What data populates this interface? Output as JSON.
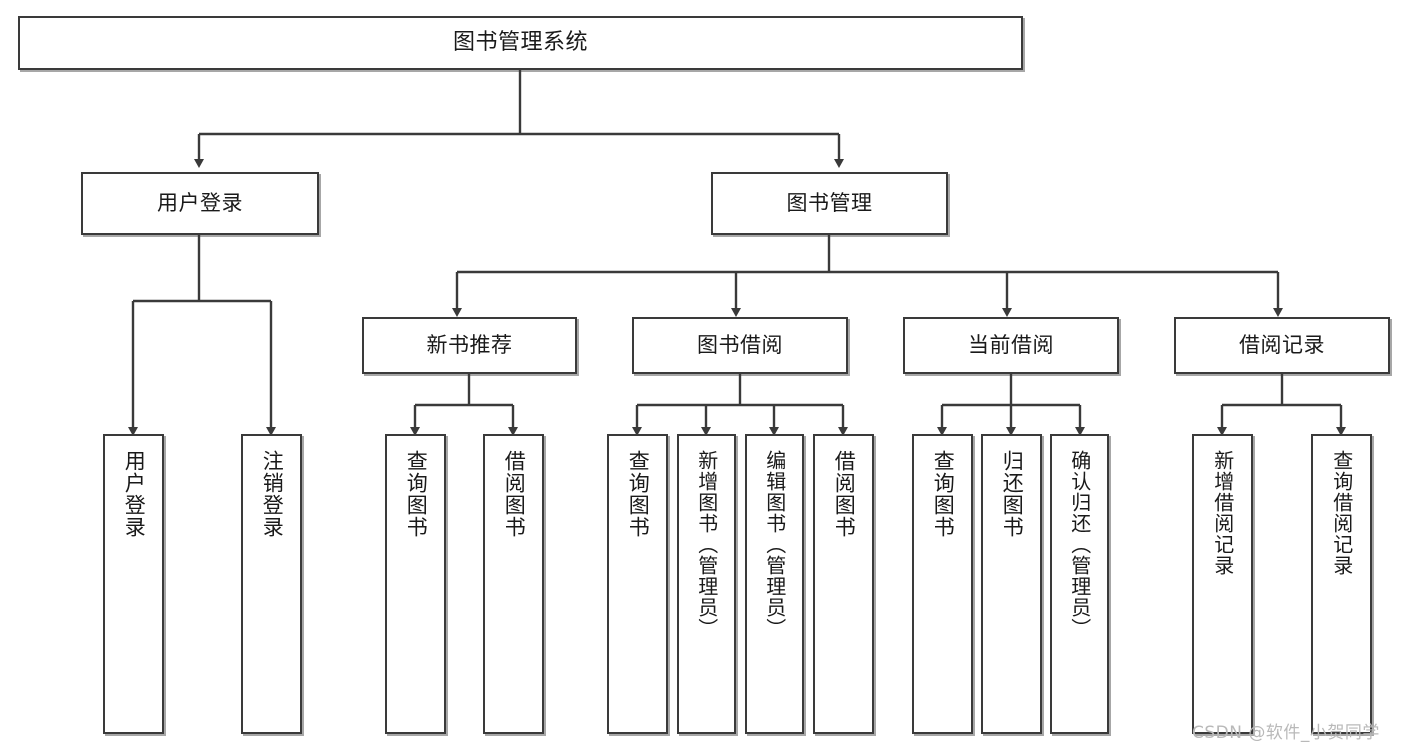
{
  "diagram": {
    "type": "hierarchy-tree",
    "title": "图书管理系统",
    "watermark": "CSDN @软件_小贺同学",
    "colors": {
      "stroke": "#3a3a3a",
      "fill": "#ffffff",
      "text": "#1a1a1a",
      "watermark": "#b9b9b9"
    },
    "levels": {
      "root": {
        "label": "图书管理系统"
      },
      "level2": [
        {
          "label": "用户登录"
        },
        {
          "label": "图书管理"
        }
      ],
      "level3": [
        {
          "label": "新书推荐"
        },
        {
          "label": "图书借阅"
        },
        {
          "label": "当前借阅"
        },
        {
          "label": "借阅记录"
        }
      ]
    },
    "nodes": {
      "root": {
        "label": "图书管理系统"
      },
      "user_login": {
        "label": "用户登录"
      },
      "book_manage": {
        "label": "图书管理"
      },
      "new_book_rec": {
        "label": "新书推荐"
      },
      "book_borrow": {
        "label": "图书借阅"
      },
      "current_borrow": {
        "label": "当前借阅"
      },
      "borrow_record": {
        "label": "借阅记录"
      },
      "leaf_user_login": {
        "label": "用户登录"
      },
      "leaf_logout": {
        "label": "注销登录"
      },
      "leaf_query_book_1": {
        "label": "查询图书"
      },
      "leaf_borrow_book_1": {
        "label": "借阅图书"
      },
      "leaf_query_book_2": {
        "label": "查询图书"
      },
      "leaf_add_book": {
        "label": "新增图书（管理员）"
      },
      "leaf_edit_book": {
        "label": "编辑图书（管理员）"
      },
      "leaf_borrow_book_2": {
        "label": "借阅图书"
      },
      "leaf_query_book_3": {
        "label": "查询图书"
      },
      "leaf_return_book": {
        "label": "归还图书"
      },
      "leaf_confirm_return": {
        "label": "确认归还（管理员）"
      },
      "leaf_add_record": {
        "label": "新增借阅记录"
      },
      "leaf_query_record": {
        "label": "查询借阅记录"
      }
    }
  }
}
